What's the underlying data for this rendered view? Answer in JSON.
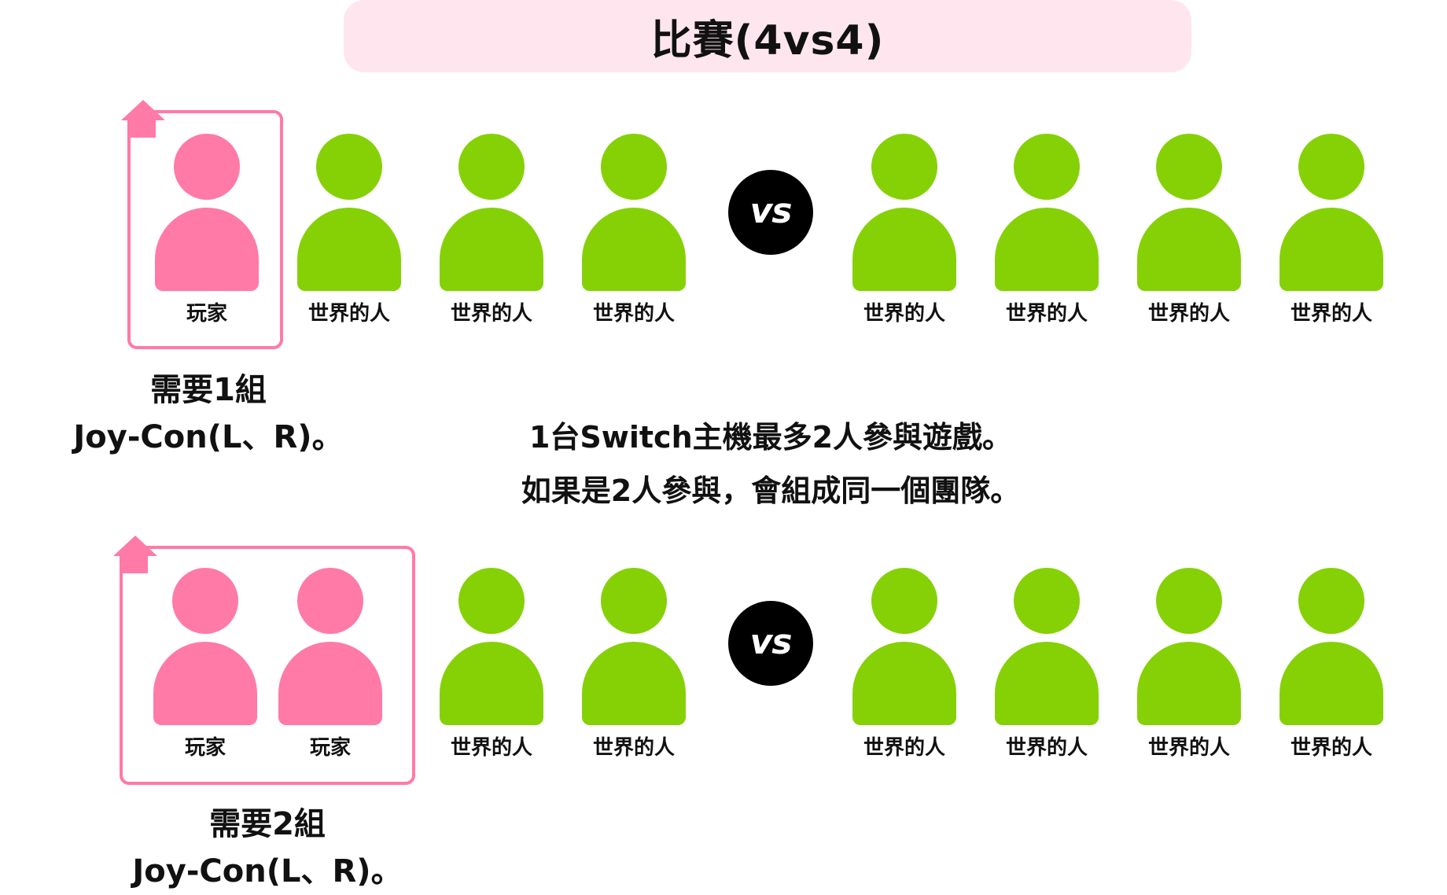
{
  "title": "比賽(4vs4)",
  "colors": {
    "player": "#ff7aa6",
    "world": "#85d106",
    "banner": "#ffe6ee",
    "vs_badge": "#000000"
  },
  "icons": {
    "person": "person-icon",
    "upload": "upload-arrow-icon"
  },
  "row1": {
    "players": [
      "玩家"
    ],
    "teammates": [
      "世界的人",
      "世界的人",
      "世界的人"
    ],
    "vs": "vs",
    "opponents": [
      "世界的人",
      "世界的人",
      "世界的人",
      "世界的人"
    ],
    "note_line1": "需要1組",
    "note_line2": "Joy-Con(L、R)。"
  },
  "center_note": {
    "line1": "1台Switch主機最多2人參與遊戲。",
    "line2": "如果是2人參與，會組成同一個團隊。"
  },
  "row2": {
    "players": [
      "玩家",
      "玩家"
    ],
    "teammates": [
      "世界的人",
      "世界的人"
    ],
    "vs": "vs",
    "opponents": [
      "世界的人",
      "世界的人",
      "世界的人",
      "世界的人"
    ],
    "note_line1": "需要2組",
    "note_line2": "Joy-Con(L、R)。"
  }
}
